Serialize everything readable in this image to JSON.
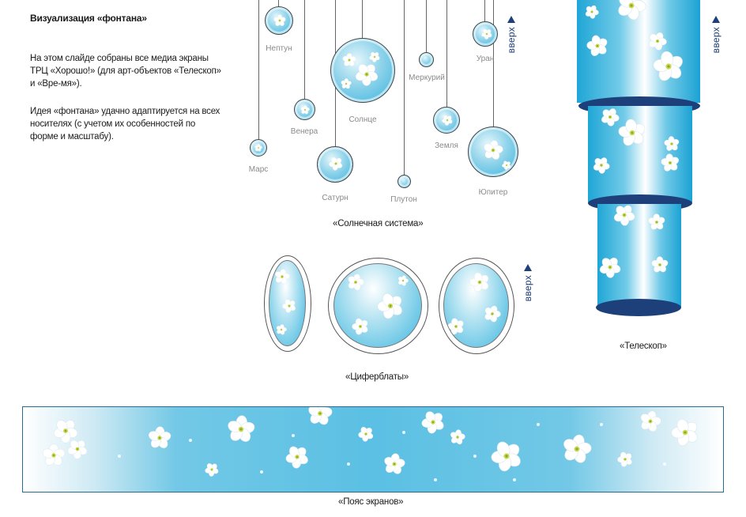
{
  "slide": {
    "title": "Визуализация «фонтана»",
    "paragraph1": "На этом слайде собраны все медиа экраны ТРЦ «Хорошо!» (для арт-объектов «Телескоп» и «Вре-мя»).",
    "paragraph2": "Идея «фонтана» удачно адаптируется на всех носителях (с учетом их особенностей по форме и масштабу)."
  },
  "solar_system": {
    "caption": "«Солнечная система»",
    "up_label": "вверх",
    "planets": [
      {
        "id": "neptune",
        "label": "Нептун"
      },
      {
        "id": "sun",
        "label": "Солнце"
      },
      {
        "id": "mercury",
        "label": "Меркурий"
      },
      {
        "id": "uranus",
        "label": "Уран"
      },
      {
        "id": "venus",
        "label": "Венера"
      },
      {
        "id": "earth",
        "label": "Земля"
      },
      {
        "id": "mars",
        "label": "Марс"
      },
      {
        "id": "saturn",
        "label": "Сатурн"
      },
      {
        "id": "pluto",
        "label": "Плутон"
      },
      {
        "id": "jupiter",
        "label": "Юпитер"
      }
    ]
  },
  "dials": {
    "caption": "«Циферблаты»",
    "up_label": "вверх"
  },
  "telescope": {
    "caption": "«Телескоп»",
    "up_label": "вверх"
  },
  "belt": {
    "caption": "«Пояс экранов»"
  },
  "colors": {
    "accent_navy": "#1d3f7a",
    "sky_blue": "#37b2dd",
    "label_gray": "#8a8a8a"
  }
}
